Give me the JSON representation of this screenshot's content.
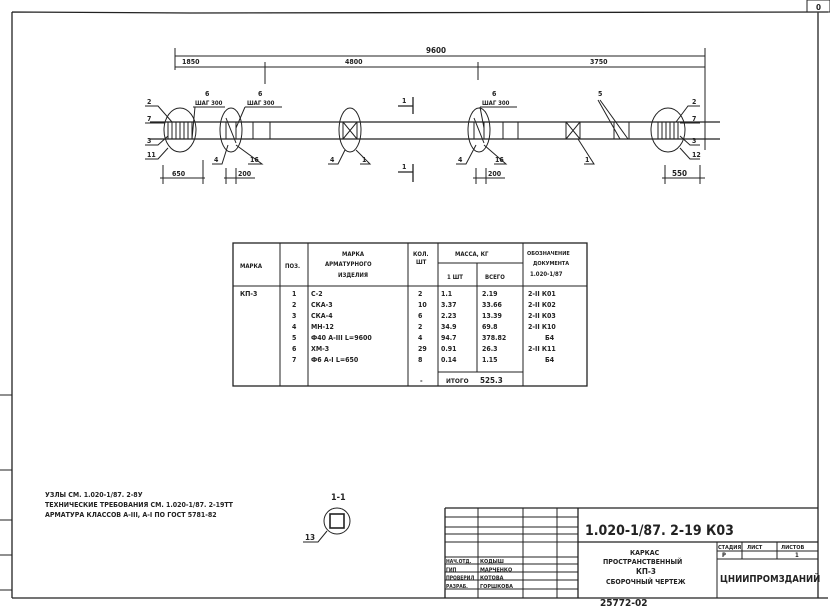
{
  "sheet_number": "0",
  "drawing": {
    "dims": {
      "total": "9600",
      "seg1": "1850",
      "seg2": "4800",
      "seg3": "3750",
      "left_end": "650",
      "mid1": "200",
      "mid2": "200",
      "right_end": "550"
    },
    "labels": {
      "left": [
        "2",
        "7",
        "3",
        "11"
      ],
      "right": [
        "2",
        "7",
        "3",
        "12"
      ],
      "pos6_a": "6",
      "step_a": "ШАГ 300",
      "pos6_b": "6",
      "step_b": "ШАГ 300",
      "pos6_c": "6",
      "step_c": "ШАГ 300",
      "pos5": "5",
      "pos4_a": "4",
      "pos16_a": "16",
      "pos4_b": "4",
      "pos1_b": "1",
      "pos4_c": "4",
      "pos16_c": "16",
      "pos1_d": "1",
      "section_top": "1",
      "section_bottom": "1"
    }
  },
  "table": {
    "headers": {
      "mark": "МАРКА",
      "pos": "ПОЗ.",
      "item": [
        "МАРКА",
        "АРМАТУРНОГО",
        "ИЗДЕЛИЯ"
      ],
      "qty": [
        "КОЛ.",
        "ШТ"
      ],
      "mass": "МАССА, КГ",
      "mass_one": "1 ШТ",
      "mass_total": "ВСЕГО",
      "doc": [
        "ОБОЗНАЧЕНИЕ",
        "ДОКУМЕНТА",
        "1.020-1/87"
      ]
    },
    "mark": "КП-3",
    "rows": [
      {
        "pos": "1",
        "item": "С-2",
        "qty": "2",
        "one": "1.1",
        "total": "2.19",
        "doc": "2-II К01"
      },
      {
        "pos": "2",
        "item": "СКА-3",
        "qty": "10",
        "one": "3.37",
        "total": "33.66",
        "doc": "2-II К02"
      },
      {
        "pos": "3",
        "item": "СКА-4",
        "qty": "6",
        "one": "2.23",
        "total": "13.39",
        "doc": "2-II К03"
      },
      {
        "pos": "4",
        "item": "МН-12",
        "qty": "2",
        "one": "34.9",
        "total": "69.8",
        "doc": "2-II К10"
      },
      {
        "pos": "5",
        "item": "Ф40 А-III L=9600",
        "qty": "4",
        "one": "94.7",
        "total": "378.82",
        "doc": "Б4"
      },
      {
        "pos": "6",
        "item": "ХМ-3",
        "qty": "29",
        "one": "0.91",
        "total": "26.3",
        "doc": "2-II К11"
      },
      {
        "pos": "7",
        "item": "Ф6 А-I L=650",
        "qty": "8",
        "one": "0.14",
        "total": "1.15",
        "doc": "Б4"
      }
    ],
    "total_qty": "-",
    "total_label": "ИТОГО",
    "total_value": "525.3"
  },
  "notes": [
    "УЗЛЫ СМ. 1.020-1/87. 2-8У",
    "ТЕХНИЧЕСКИЕ ТРЕБОВАНИЯ СМ. 1.020-1/87. 2-19ТТ",
    "АРМАТУРА КЛАССОВ А-III, А-I ПО ГОСТ 5781-82"
  ],
  "section": {
    "title": "1-1",
    "callout": "13"
  },
  "title_block": {
    "code": "1.020-1/87. 2-19 К03",
    "name": [
      "КАРКАС",
      "ПРОСТРАНСТВЕННЫЙ",
      "КП-3",
      "СБОРОЧНЫЙ ЧЕРТЕЖ"
    ],
    "stage_label": "СТАДИЯ",
    "sheet_label": "ЛИСТ",
    "sheets_label": "ЛИСТОВ",
    "stage": "Р",
    "sheet": "",
    "sheets": "1",
    "org": "ЦНИИПРОМЗДАНИЙ",
    "people": [
      {
        "role": "НАЧ.ОТД.",
        "name": "КОДЫШ"
      },
      {
        "role": "ГИП",
        "name": "МАРЧЕНКО"
      },
      {
        "role": "ПРОВЕРИЛ",
        "name": "КОТОВА"
      },
      {
        "role": "РАЗРАБ.",
        "name": "ГОРШКОВА"
      }
    ],
    "archive": "25772-02"
  }
}
